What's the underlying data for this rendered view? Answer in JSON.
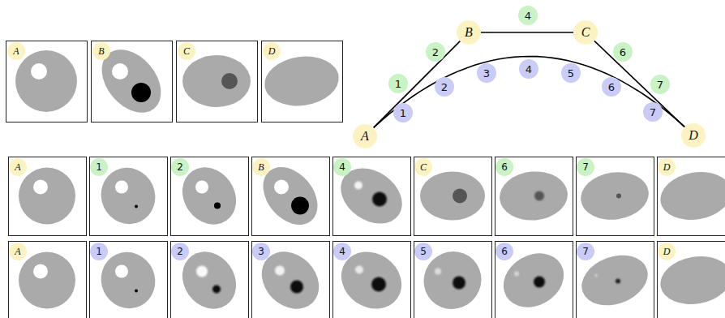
{
  "diagram": {
    "nodes": [
      {
        "text": [
          "A"
        ]
      },
      {
        "text": [
          "B"
        ]
      },
      {
        "text": [
          "C"
        ]
      },
      {
        "text": [
          "D"
        ]
      },
      {
        "text": [
          "A"
        ]
      },
      {
        "text": [
          "B"
        ]
      },
      {
        "text": [
          "C"
        ]
      },
      {
        "text": [
          "D"
        ]
      },
      {
        "text": [
          "1"
        ]
      },
      {
        "text": [
          "2"
        ]
      },
      {
        "text": [
          "4"
        ]
      },
      {
        "text": [
          "6"
        ]
      },
      {
        "text": [
          "7"
        ]
      },
      {
        "text": [
          "1"
        ]
      },
      {
        "text": [
          "2"
        ]
      },
      {
        "text": [
          "3"
        ]
      },
      {
        "text": [
          "4"
        ]
      },
      {
        "text": [
          "5"
        ]
      },
      {
        "text": [
          "6"
        ]
      },
      {
        "text": [
          "7"
        ]
      },
      {
        "text": [
          "A"
        ]
      },
      {
        "text": [
          "1"
        ]
      },
      {
        "text": [
          "2"
        ]
      },
      {
        "text": [
          "B"
        ]
      },
      {
        "text": [
          "4"
        ]
      },
      {
        "text": [
          "C"
        ]
      },
      {
        "text": [
          "6"
        ]
      },
      {
        "text": [
          "7"
        ]
      },
      {
        "text": [
          "D"
        ]
      },
      {
        "text": [
          "A"
        ]
      },
      {
        "text": [
          "1"
        ]
      },
      {
        "text": [
          "2"
        ]
      },
      {
        "text": [
          "3"
        ]
      },
      {
        "text": [
          "4"
        ]
      },
      {
        "text": [
          "5"
        ]
      },
      {
        "text": [
          "6"
        ]
      },
      {
        "text": [
          "7"
        ]
      },
      {
        "text": [
          "D"
        ]
      }
    ],
    "edges": [
      {
        "from": 4,
        "to": 5,
        "arrow": "none"
      },
      {
        "from": 5,
        "to": 6,
        "arrow": "none"
      },
      {
        "from": 6,
        "to": 7,
        "arrow": "none"
      },
      {
        "from": 4,
        "to": 7,
        "arrow": "none"
      }
    ]
  }
}
